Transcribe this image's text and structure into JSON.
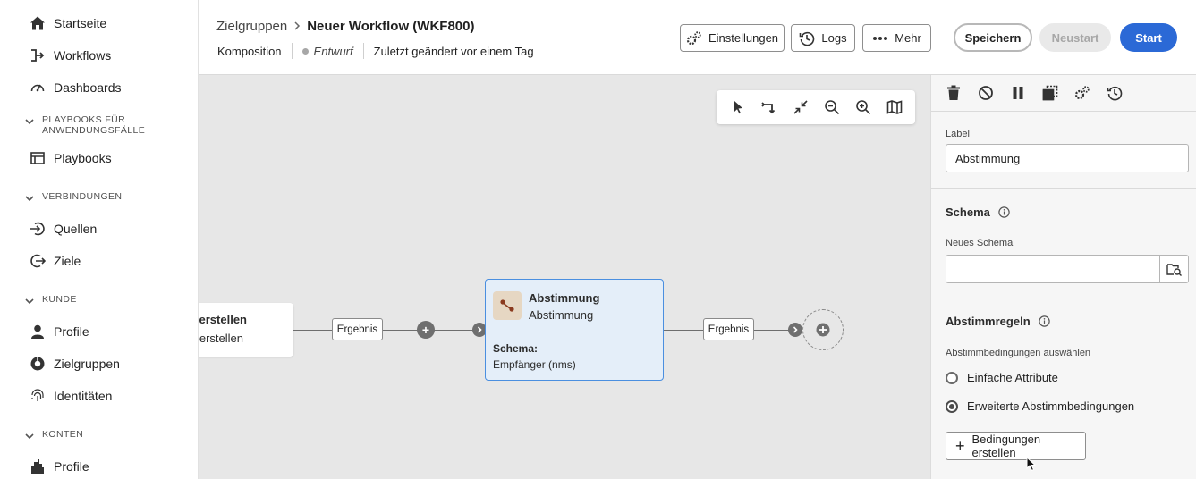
{
  "sidebar": {
    "items": [
      {
        "label": "Startseite",
        "icon": "home-icon"
      },
      {
        "label": "Workflows",
        "icon": "workflow-icon"
      },
      {
        "label": "Dashboards",
        "icon": "dashboard-icon"
      },
      {
        "label": "Playbooks",
        "icon": "playbooks-icon"
      },
      {
        "label": "Quellen",
        "icon": "sources-icon"
      },
      {
        "label": "Ziele",
        "icon": "destinations-icon"
      },
      {
        "label": "Profile",
        "icon": "profile-icon"
      },
      {
        "label": "Zielgruppen",
        "icon": "audiences-icon"
      },
      {
        "label": "Identitäten",
        "icon": "fingerprint-icon"
      },
      {
        "label": "Profile",
        "icon": "account-profile-icon"
      }
    ],
    "sections": [
      {
        "label": "PLAYBOOKS FÜR ANWENDUNGSFÄLLE"
      },
      {
        "label": "VERBINDUNGEN"
      },
      {
        "label": "KUNDE"
      },
      {
        "label": "KONTEN"
      }
    ]
  },
  "header": {
    "breadcrumb_parent": "Zielgruppen",
    "title": "Neuer Workflow (WKF800)",
    "composition": "Komposition",
    "status": "Entwurf",
    "modified": "Zuletzt geändert vor einem Tag",
    "buttons": {
      "settings": "Einstellungen",
      "logs": "Logs",
      "more": "Mehr",
      "save": "Speichern",
      "restart": "Neustart",
      "start": "Start"
    }
  },
  "canvas": {
    "left_node": {
      "title": "erstellen",
      "subtitle": "erstellen"
    },
    "edge_label_1": "Ergebnis",
    "edge_label_2": "Ergebnis",
    "main_node": {
      "title": "Abstimmung",
      "subtitle": "Abstimmung",
      "schema_label": "Schema:",
      "schema_value": "Empfänger (nms)"
    }
  },
  "panel": {
    "label_caption": "Label",
    "label_value": "Abstimmung",
    "schema_heading": "Schema",
    "new_schema_caption": "Neues Schema",
    "new_schema_value": "",
    "rules_heading": "Abstimmregeln",
    "rules_caption": "Abstimmbedingungen auswählen",
    "option_simple": "Einfache Attribute",
    "option_advanced": "Erweiterte Abstimmbedingungen",
    "selected_option": "Erweiterte Abstimmbedingungen",
    "create_button": "Bedingungen erstellen"
  },
  "colors": {
    "accent": "#2b69d6",
    "node_fill": "#e4eef9",
    "node_border": "#4b8fe0",
    "canvas": "#e7e7e7"
  }
}
